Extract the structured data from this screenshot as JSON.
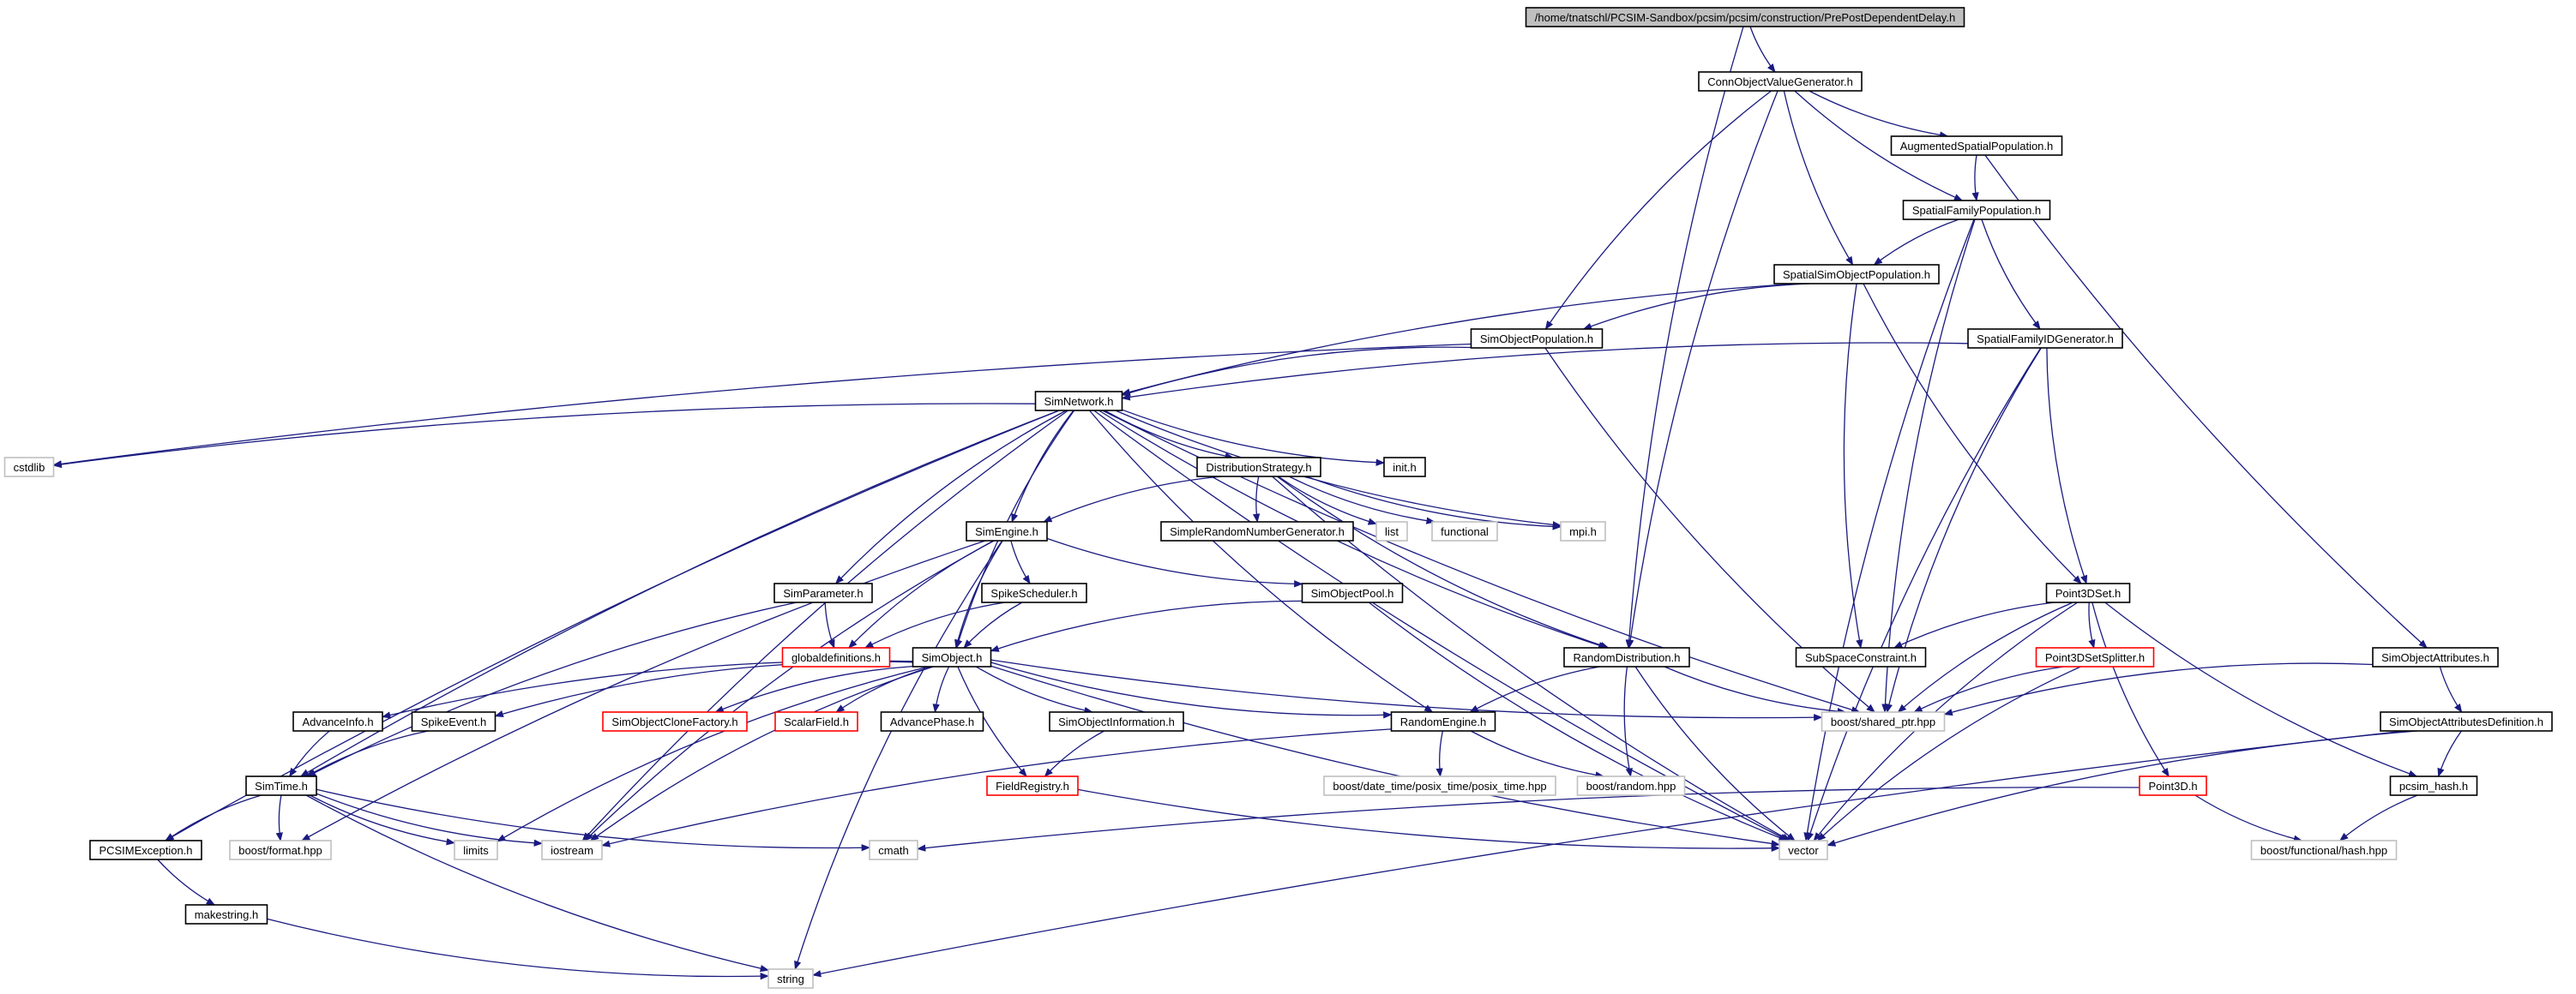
{
  "colors": {
    "edge": "#1a1a80",
    "normal_border": "#000000",
    "missing_border": "#c0c0c0",
    "red_border": "#ff0000",
    "root_fill": "#bfbfbf"
  },
  "nodes": [
    {
      "id": "root",
      "label": "/home/tnatschl/PCSIM-Sandbox/pcsim/pcsim/construction/PrePostDependentDelay.h",
      "kind": "root"
    },
    {
      "id": "connobj",
      "label": "ConnObjectValueGenerator.h",
      "kind": "normal"
    },
    {
      "id": "augsp",
      "label": "AugmentedSpatialPopulation.h",
      "kind": "normal"
    },
    {
      "id": "spfam",
      "label": "SpatialFamilyPopulation.h",
      "kind": "normal"
    },
    {
      "id": "spsim",
      "label": "SpatialSimObjectPopulation.h",
      "kind": "normal"
    },
    {
      "id": "simobjpop",
      "label": "SimObjectPopulation.h",
      "kind": "normal"
    },
    {
      "id": "spfamid",
      "label": "SpatialFamilyIDGenerator.h",
      "kind": "normal"
    },
    {
      "id": "simnet",
      "label": "SimNetwork.h",
      "kind": "normal"
    },
    {
      "id": "cstdlib",
      "label": "cstdlib",
      "kind": "missing"
    },
    {
      "id": "initf",
      "label": "init.h",
      "kind": "normal"
    },
    {
      "id": "diststrat",
      "label": "DistributionStrategy.h",
      "kind": "normal"
    },
    {
      "id": "mpi",
      "label": "mpi.h",
      "kind": "missing"
    },
    {
      "id": "simengine",
      "label": "SimEngine.h",
      "kind": "normal"
    },
    {
      "id": "simplerng",
      "label": "SimpleRandomNumberGenerator.h",
      "kind": "normal"
    },
    {
      "id": "list",
      "label": "list",
      "kind": "missing"
    },
    {
      "id": "functional",
      "label": "functional",
      "kind": "missing"
    },
    {
      "id": "simparam",
      "label": "SimParameter.h",
      "kind": "normal"
    },
    {
      "id": "spikesched",
      "label": "SpikeScheduler.h",
      "kind": "normal"
    },
    {
      "id": "simobjpool",
      "label": "SimObjectPool.h",
      "kind": "normal"
    },
    {
      "id": "point3dset",
      "label": "Point3DSet.h",
      "kind": "normal"
    },
    {
      "id": "globaldef",
      "label": "globaldefinitions.h",
      "kind": "red"
    },
    {
      "id": "simobject",
      "label": "SimObject.h",
      "kind": "normal"
    },
    {
      "id": "randdist",
      "label": "RandomDistribution.h",
      "kind": "normal"
    },
    {
      "id": "subspace",
      "label": "SubSpaceConstraint.h",
      "kind": "normal"
    },
    {
      "id": "p3dsplit",
      "label": "Point3DSetSplitter.h",
      "kind": "red"
    },
    {
      "id": "simobjattr",
      "label": "SimObjectAttributes.h",
      "kind": "normal"
    },
    {
      "id": "advinfo",
      "label": "AdvanceInfo.h",
      "kind": "normal"
    },
    {
      "id": "spikeevent",
      "label": "SpikeEvent.h",
      "kind": "normal"
    },
    {
      "id": "clonefac",
      "label": "SimObjectCloneFactory.h",
      "kind": "red"
    },
    {
      "id": "scalarfield",
      "label": "ScalarField.h",
      "kind": "red"
    },
    {
      "id": "advphase",
      "label": "AdvancePhase.h",
      "kind": "normal"
    },
    {
      "id": "simobjinfo",
      "label": "SimObjectInformation.h",
      "kind": "normal"
    },
    {
      "id": "randeng",
      "label": "RandomEngine.h",
      "kind": "normal"
    },
    {
      "id": "sharedptr",
      "label": "boost/shared_ptr.hpp",
      "kind": "missing"
    },
    {
      "id": "attrdef",
      "label": "SimObjectAttributesDefinition.h",
      "kind": "normal"
    },
    {
      "id": "simtime",
      "label": "SimTime.h",
      "kind": "normal"
    },
    {
      "id": "fieldreg",
      "label": "FieldRegistry.h",
      "kind": "red"
    },
    {
      "id": "posix",
      "label": "boost/date_time/posix_time/posix_time.hpp",
      "kind": "missing"
    },
    {
      "id": "boostrandom",
      "label": "boost/random.hpp",
      "kind": "missing"
    },
    {
      "id": "point3d",
      "label": "Point3D.h",
      "kind": "red"
    },
    {
      "id": "pcsimhash",
      "label": "pcsim_hash.h",
      "kind": "normal"
    },
    {
      "id": "pcsimexc",
      "label": "PCSIMException.h",
      "kind": "normal"
    },
    {
      "id": "boostformat",
      "label": "boost/format.hpp",
      "kind": "missing"
    },
    {
      "id": "limits",
      "label": "limits",
      "kind": "missing"
    },
    {
      "id": "iostream",
      "label": "iostream",
      "kind": "missing"
    },
    {
      "id": "cmath",
      "label": "cmath",
      "kind": "missing"
    },
    {
      "id": "vector",
      "label": "vector",
      "kind": "missing"
    },
    {
      "id": "funchash",
      "label": "boost/functional/hash.hpp",
      "kind": "missing"
    },
    {
      "id": "makestring",
      "label": "makestring.h",
      "kind": "normal"
    },
    {
      "id": "string",
      "label": "string",
      "kind": "missing"
    }
  ],
  "edges": [
    [
      "root",
      "connobj"
    ],
    [
      "root",
      "randdist"
    ],
    [
      "connobj",
      "augsp"
    ],
    [
      "connobj",
      "spfam"
    ],
    [
      "connobj",
      "spsim"
    ],
    [
      "connobj",
      "simobjpop"
    ],
    [
      "connobj",
      "randdist"
    ],
    [
      "augsp",
      "spfam"
    ],
    [
      "augsp",
      "simobjattr"
    ],
    [
      "spfam",
      "spsim"
    ],
    [
      "spfam",
      "spfamid"
    ],
    [
      "spfam",
      "sharedptr"
    ],
    [
      "spfam",
      "vector"
    ],
    [
      "spsim",
      "simobjpop"
    ],
    [
      "spsim",
      "simnet"
    ],
    [
      "spsim",
      "subspace"
    ],
    [
      "spsim",
      "point3dset"
    ],
    [
      "simobjpop",
      "simnet"
    ],
    [
      "simobjpop",
      "cstdlib"
    ],
    [
      "simobjpop",
      "sharedptr"
    ],
    [
      "spfamid",
      "simnet"
    ],
    [
      "spfamid",
      "point3dset"
    ],
    [
      "spfamid",
      "sharedptr"
    ],
    [
      "spfamid",
      "vector"
    ],
    [
      "simnet",
      "cstdlib"
    ],
    [
      "simnet",
      "initf"
    ],
    [
      "simnet",
      "diststrat"
    ],
    [
      "simnet",
      "mpi"
    ],
    [
      "simnet",
      "simengine"
    ],
    [
      "simnet",
      "simparam"
    ],
    [
      "simnet",
      "simobject"
    ],
    [
      "simnet",
      "randeng"
    ],
    [
      "simnet",
      "simtime"
    ],
    [
      "simnet",
      "pcsimexc"
    ],
    [
      "simnet",
      "iostream"
    ],
    [
      "simnet",
      "vector"
    ],
    [
      "simnet",
      "sharedptr"
    ],
    [
      "simnet",
      "randdist"
    ],
    [
      "diststrat",
      "simengine"
    ],
    [
      "diststrat",
      "simplerng"
    ],
    [
      "diststrat",
      "list"
    ],
    [
      "diststrat",
      "functional"
    ],
    [
      "diststrat",
      "mpi"
    ],
    [
      "diststrat",
      "randdist"
    ],
    [
      "diststrat",
      "vector"
    ],
    [
      "simengine",
      "spikesched"
    ],
    [
      "simengine",
      "simobjpool"
    ],
    [
      "simengine",
      "globaldef"
    ],
    [
      "simengine",
      "simobject"
    ],
    [
      "simengine",
      "iostream"
    ],
    [
      "simengine",
      "string"
    ],
    [
      "simengine",
      "boostformat"
    ],
    [
      "simparam",
      "globaldef"
    ],
    [
      "simparam",
      "simtime"
    ],
    [
      "spikesched",
      "globaldef"
    ],
    [
      "spikesched",
      "simobject"
    ],
    [
      "simobjpool",
      "simobject"
    ],
    [
      "simobjpool",
      "vector"
    ],
    [
      "point3dset",
      "subspace"
    ],
    [
      "point3dset",
      "p3dsplit"
    ],
    [
      "point3dset",
      "point3d"
    ],
    [
      "point3dset",
      "sharedptr"
    ],
    [
      "point3dset",
      "pcsimhash"
    ],
    [
      "point3dset",
      "vector"
    ],
    [
      "simobject",
      "advinfo"
    ],
    [
      "simobject",
      "spikeevent"
    ],
    [
      "simobject",
      "clonefac"
    ],
    [
      "simobject",
      "scalarfield"
    ],
    [
      "simobject",
      "advphase"
    ],
    [
      "simobject",
      "simobjinfo"
    ],
    [
      "simobject",
      "randeng"
    ],
    [
      "simobject",
      "sharedptr"
    ],
    [
      "simobject",
      "fieldreg"
    ],
    [
      "simobject",
      "limits"
    ],
    [
      "simobject",
      "iostream"
    ],
    [
      "simobject",
      "vector"
    ],
    [
      "randdist",
      "randeng"
    ],
    [
      "randdist",
      "boostrandom"
    ],
    [
      "randdist",
      "sharedptr"
    ],
    [
      "randdist",
      "vector"
    ],
    [
      "p3dsplit",
      "sharedptr"
    ],
    [
      "p3dsplit",
      "vector"
    ],
    [
      "simobjattr",
      "sharedptr"
    ],
    [
      "simobjattr",
      "attrdef"
    ],
    [
      "attrdef",
      "pcsimhash"
    ],
    [
      "attrdef",
      "vector"
    ],
    [
      "attrdef",
      "string"
    ],
    [
      "advinfo",
      "simtime"
    ],
    [
      "spikeevent",
      "simtime"
    ],
    [
      "simobjinfo",
      "fieldreg"
    ],
    [
      "randeng",
      "posix"
    ],
    [
      "randeng",
      "boostrandom"
    ],
    [
      "randeng",
      "iostream"
    ],
    [
      "fieldreg",
      "vector"
    ],
    [
      "point3d",
      "cmath"
    ],
    [
      "point3d",
      "funchash"
    ],
    [
      "pcsimhash",
      "funchash"
    ],
    [
      "simtime",
      "pcsimexc"
    ],
    [
      "simtime",
      "boostformat"
    ],
    [
      "simtime",
      "limits"
    ],
    [
      "simtime",
      "iostream"
    ],
    [
      "simtime",
      "cmath"
    ],
    [
      "simtime",
      "string"
    ],
    [
      "pcsimexc",
      "makestring"
    ],
    [
      "makestring",
      "string"
    ]
  ]
}
